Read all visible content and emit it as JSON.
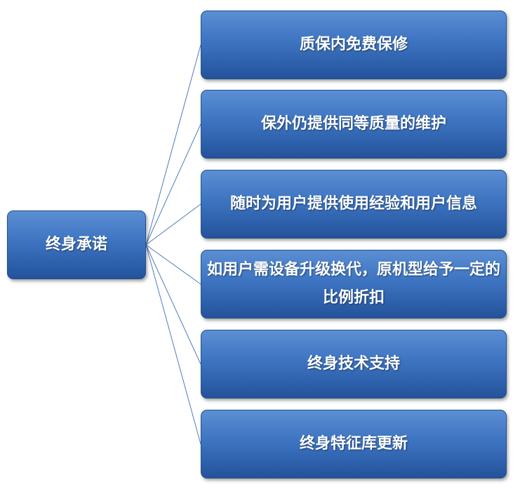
{
  "diagram": {
    "root": {
      "label": "终身承诺"
    },
    "children": [
      {
        "label": "质保内免费保修"
      },
      {
        "label": "保外仍提供同等质量的维护"
      },
      {
        "label": "随时为用户提供使用经验和用户信息"
      },
      {
        "label": "如用户需设备升级换代，原机型给予一定的比例折扣"
      },
      {
        "label": "终身技术支持"
      },
      {
        "label": "终身特征库更新"
      }
    ]
  },
  "colors": {
    "box_top": "#5b8fd4",
    "box_bottom": "#24529a",
    "connector": "#4f7bbd",
    "text": "#ffffff"
  }
}
